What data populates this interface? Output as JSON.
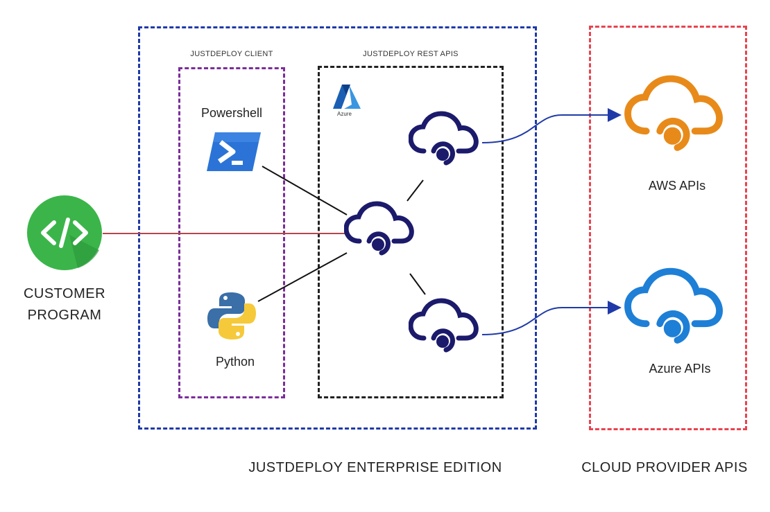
{
  "labels": {
    "client_group": "JUSTDEPLOY CLIENT",
    "rest_group": "JUSTDEPLOY REST APIS",
    "powershell": "Powershell",
    "python": "Python",
    "azure_logo_text": "Azure",
    "customer_line1": "CUSTOMER",
    "customer_line2": "PROGRAM",
    "aws_apis": "AWS APIs",
    "azure_apis": "Azure APIs",
    "enterprise_caption": "JUSTDEPLOY ENTERPRISE EDITION",
    "cloud_caption": "CLOUD PROVIDER APIS"
  },
  "colors": {
    "enterprise_border": "#1f3aa8",
    "client_border": "#7a2d9a",
    "rest_border": "#222222",
    "cloud_border": "#e8434f",
    "api_cloud": "#1b1a6b",
    "aws_cloud": "#e88a1a",
    "azure_cloud": "#1e7fd6",
    "customer_icon": "#3bb54a",
    "customer_link": "#b5454a",
    "provider_arrow": "#1f3aa8"
  },
  "icons": {
    "customer": "code-icon",
    "powershell": "powershell-icon",
    "python": "python-icon",
    "azure": "azure-logo-icon",
    "api": "cloud-api-icon"
  }
}
